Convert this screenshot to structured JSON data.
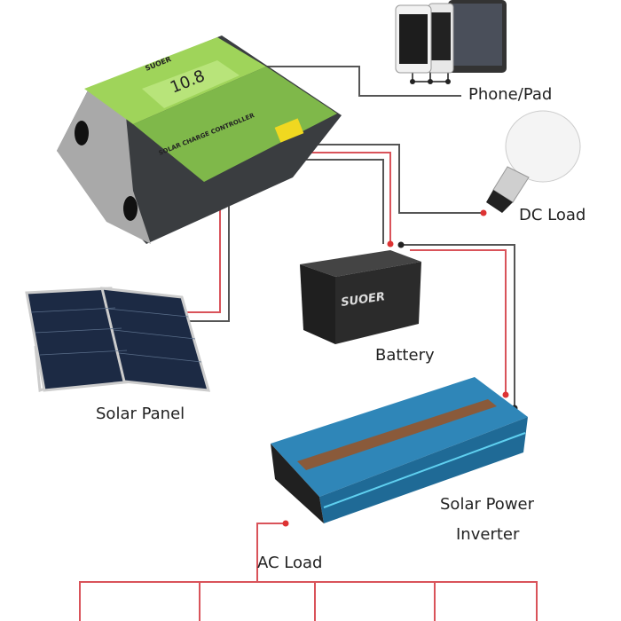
{
  "labels": {
    "phone_pad": "Phone/Pad",
    "dc_load": "DC Load",
    "battery": "Battery",
    "solar_panel": "Solar Panel",
    "inverter_line1": "Solar Power",
    "inverter_line2": "Inverter",
    "ac_load": "AC Load"
  },
  "device_text": {
    "controller_brand": "SUOER",
    "controller_display": "10.8",
    "controller_caption": "SOLAR CHARGE CONTROLLER",
    "battery_brand": "SUOER"
  },
  "colors": {
    "wire_red": "#d9535a",
    "wire_gray": "#555555",
    "controller_green": "#a8e05a",
    "inverter_blue": "#2f86b8"
  }
}
